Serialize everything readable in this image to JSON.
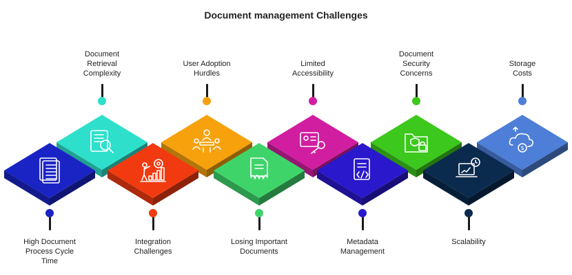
{
  "title": "Document management Challenges",
  "items": [
    {
      "label": "High Document\nProcess Cycle\nTime",
      "color": "#1a24c4",
      "icon": "document-list-icon",
      "pos": "bottom"
    },
    {
      "label": "Document\nRetrieval\nComplexity",
      "color": "#2ee0cc",
      "icon": "document-search-icon",
      "pos": "top"
    },
    {
      "label": "Integration\nChallenges",
      "color": "#f23a10",
      "icon": "integration-gear-chart-icon",
      "pos": "bottom"
    },
    {
      "label": "User Adoption\nHurdles",
      "color": "#f7a20c",
      "icon": "team-meeting-icon",
      "pos": "top"
    },
    {
      "label": "Losing Important\nDocuments",
      "color": "#3fd46a",
      "icon": "burning-document-icon",
      "pos": "bottom"
    },
    {
      "label": "Limited\nAccessibility",
      "color": "#d11ea0",
      "icon": "id-card-key-icon",
      "pos": "top"
    },
    {
      "label": "Metadata\nManagement",
      "color": "#2a18cc",
      "icon": "code-document-icon",
      "pos": "bottom"
    },
    {
      "label": "Document\nSecurity\nConcerns",
      "color": "#3cc81c",
      "icon": "secure-folder-icon",
      "pos": "top"
    },
    {
      "label": "Scalability",
      "color": "#0a2a4e",
      "icon": "laptop-clock-icon",
      "pos": "bottom"
    },
    {
      "label": "Storage\nCosts",
      "color": "#4d7fd8",
      "icon": "cloud-cost-icon",
      "pos": "top"
    }
  ]
}
